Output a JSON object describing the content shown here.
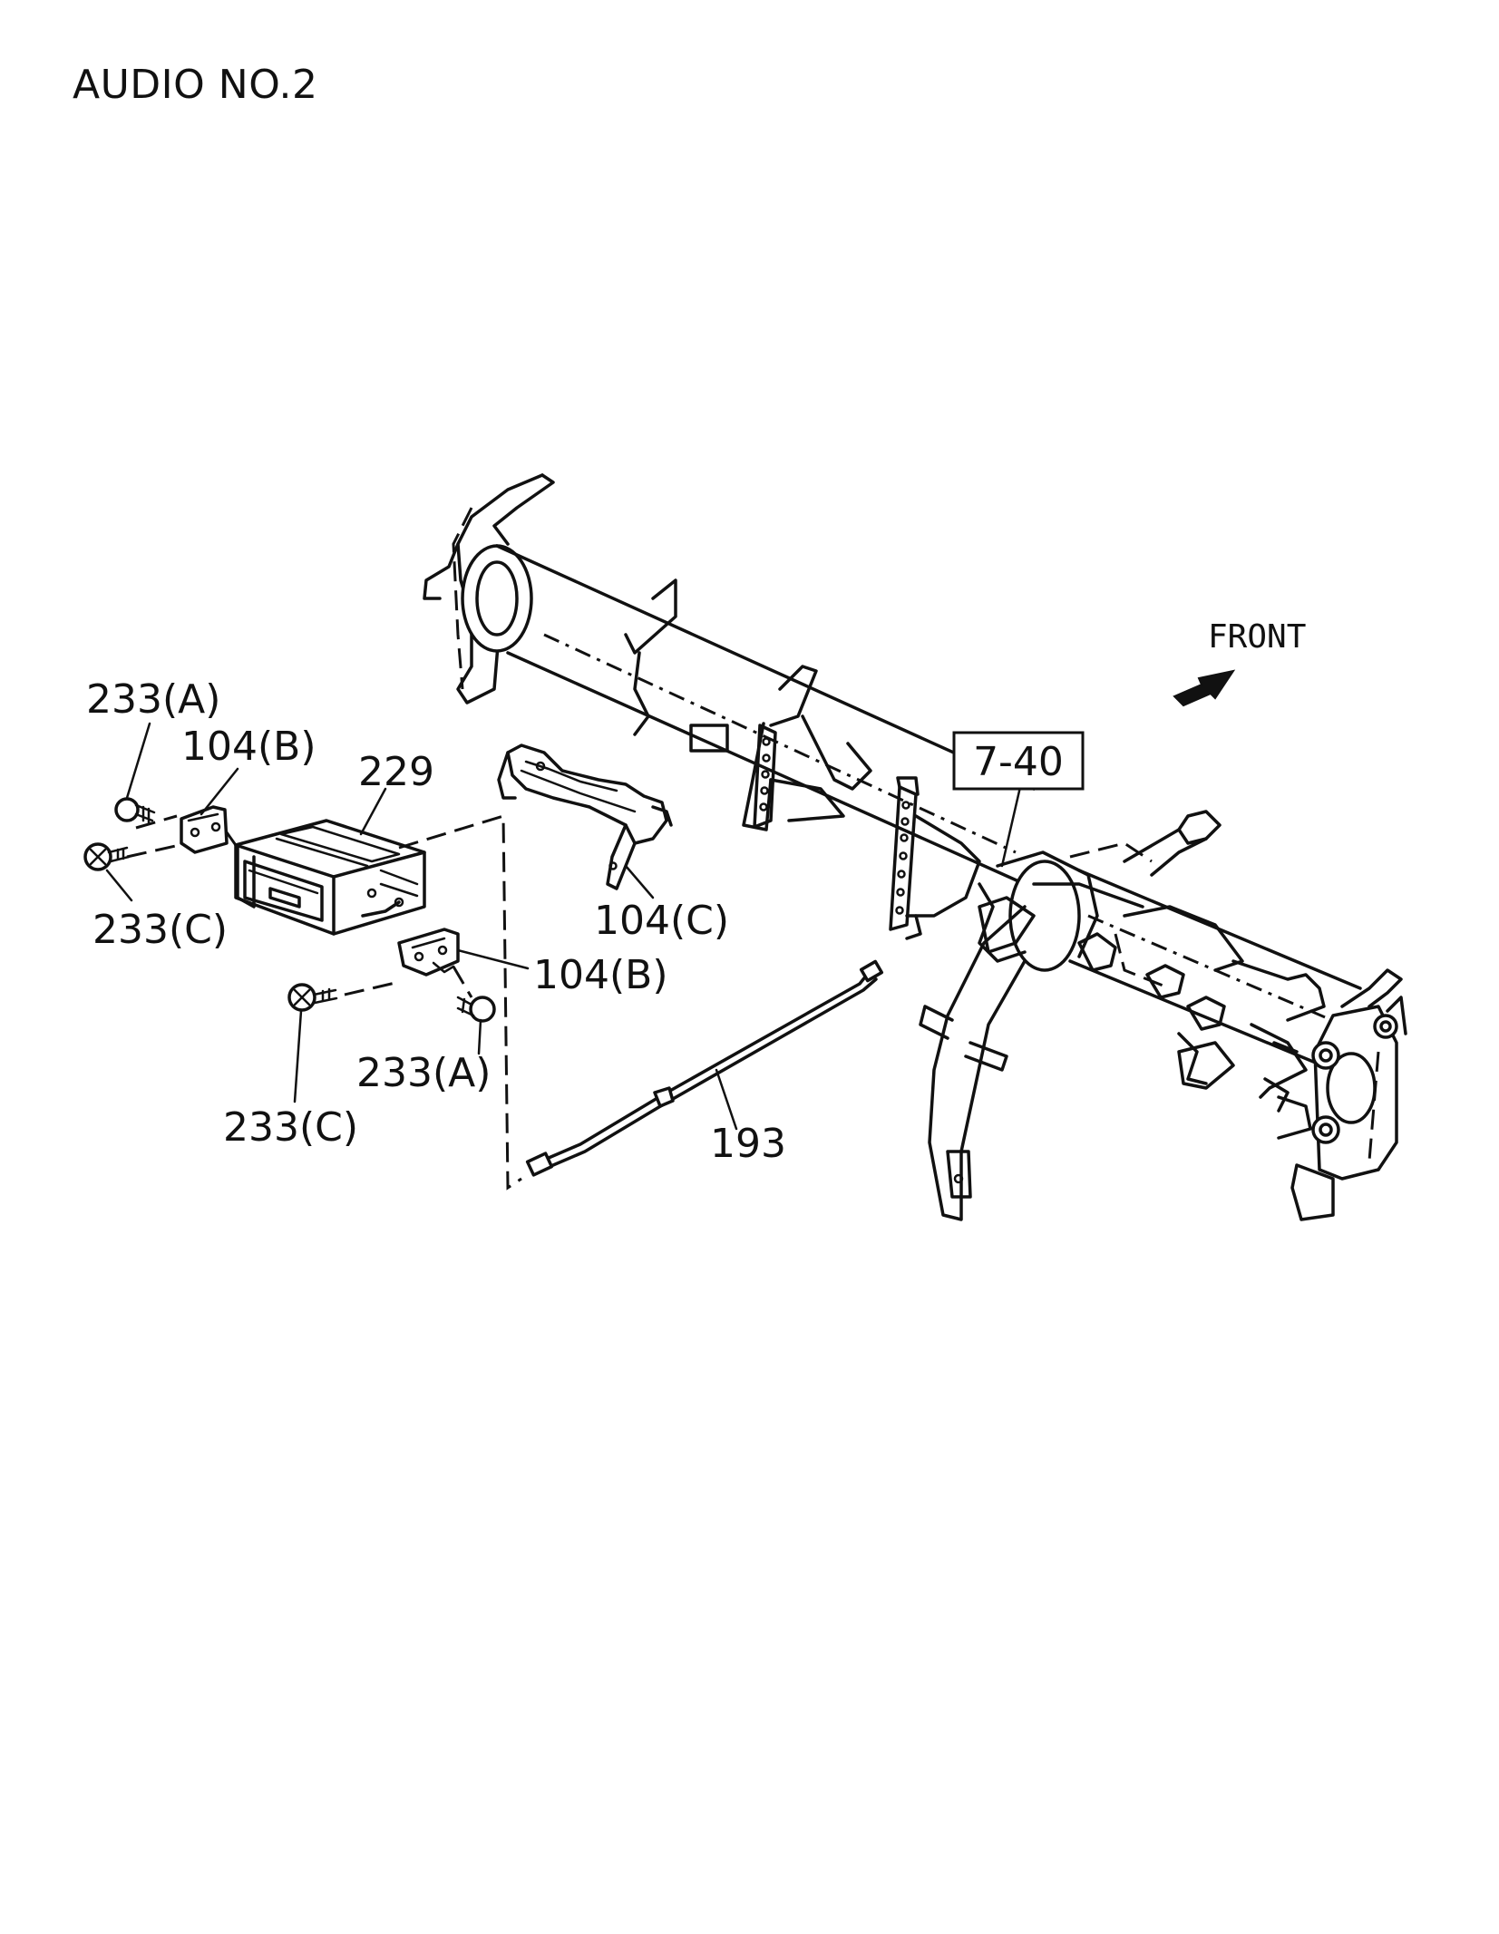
{
  "title": "AUDIO NO.2",
  "direction_label": "FRONT",
  "callouts": {
    "screw_a_upper": "233(A)",
    "bracket_b_upper": "104(B)",
    "audio_unit": "229",
    "screw_c_upper": "233(C)",
    "bracket_c": "104(C)",
    "bracket_b_lower": "104(B)",
    "screw_a_lower": "233(A)",
    "screw_c_lower": "233(C)",
    "cable": "193",
    "reference_box": "7-40"
  }
}
